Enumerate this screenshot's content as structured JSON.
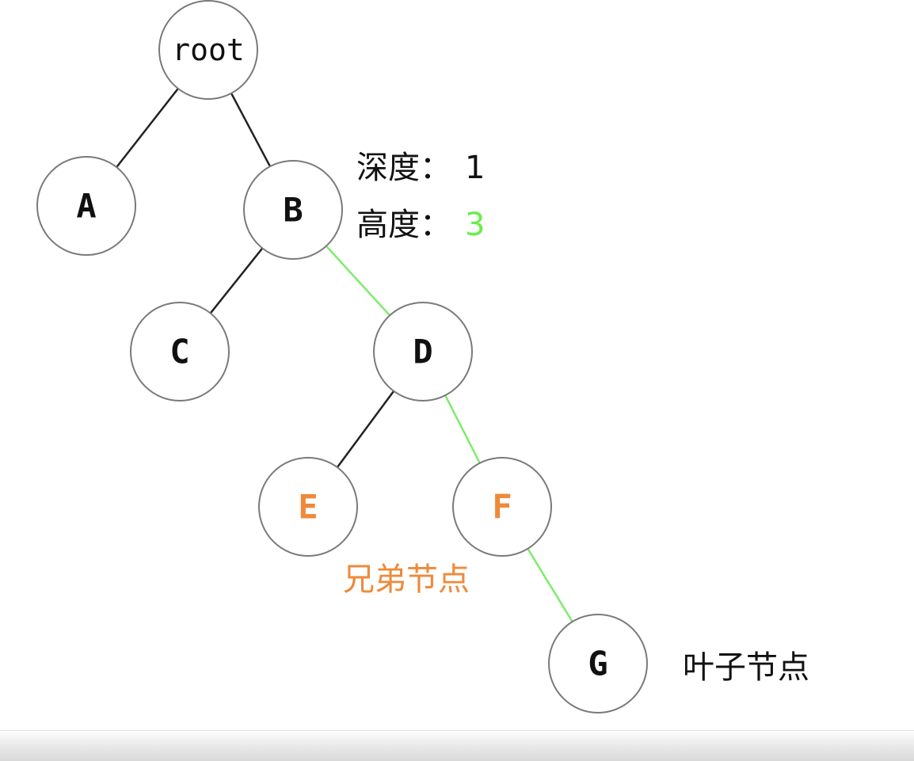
{
  "colors": {
    "default_edge": "#222222",
    "highlight_edge": "#7ded6a",
    "sibling": "#ee8a3a",
    "height_value": "#66ee44",
    "text": "#111111"
  },
  "nodes": [
    {
      "id": "root",
      "label": "root"
    },
    {
      "id": "A",
      "label": "A"
    },
    {
      "id": "B",
      "label": "B"
    },
    {
      "id": "C",
      "label": "C"
    },
    {
      "id": "D",
      "label": "D"
    },
    {
      "id": "E",
      "label": "E",
      "highlight": "sibling"
    },
    {
      "id": "F",
      "label": "F",
      "highlight": "sibling"
    },
    {
      "id": "G",
      "label": "G"
    }
  ],
  "edges": [
    {
      "from": "root",
      "to": "A"
    },
    {
      "from": "root",
      "to": "B"
    },
    {
      "from": "B",
      "to": "C"
    },
    {
      "from": "B",
      "to": "D",
      "highlight": true
    },
    {
      "from": "D",
      "to": "E"
    },
    {
      "from": "D",
      "to": "F",
      "highlight": true
    },
    {
      "from": "F",
      "to": "G",
      "highlight": true
    }
  ],
  "annotations": {
    "depth_label": "深度：",
    "depth_value": "1",
    "height_label": "高度：",
    "height_value": "3",
    "siblings": "兄弟节点",
    "leaf": "叶子节点"
  }
}
